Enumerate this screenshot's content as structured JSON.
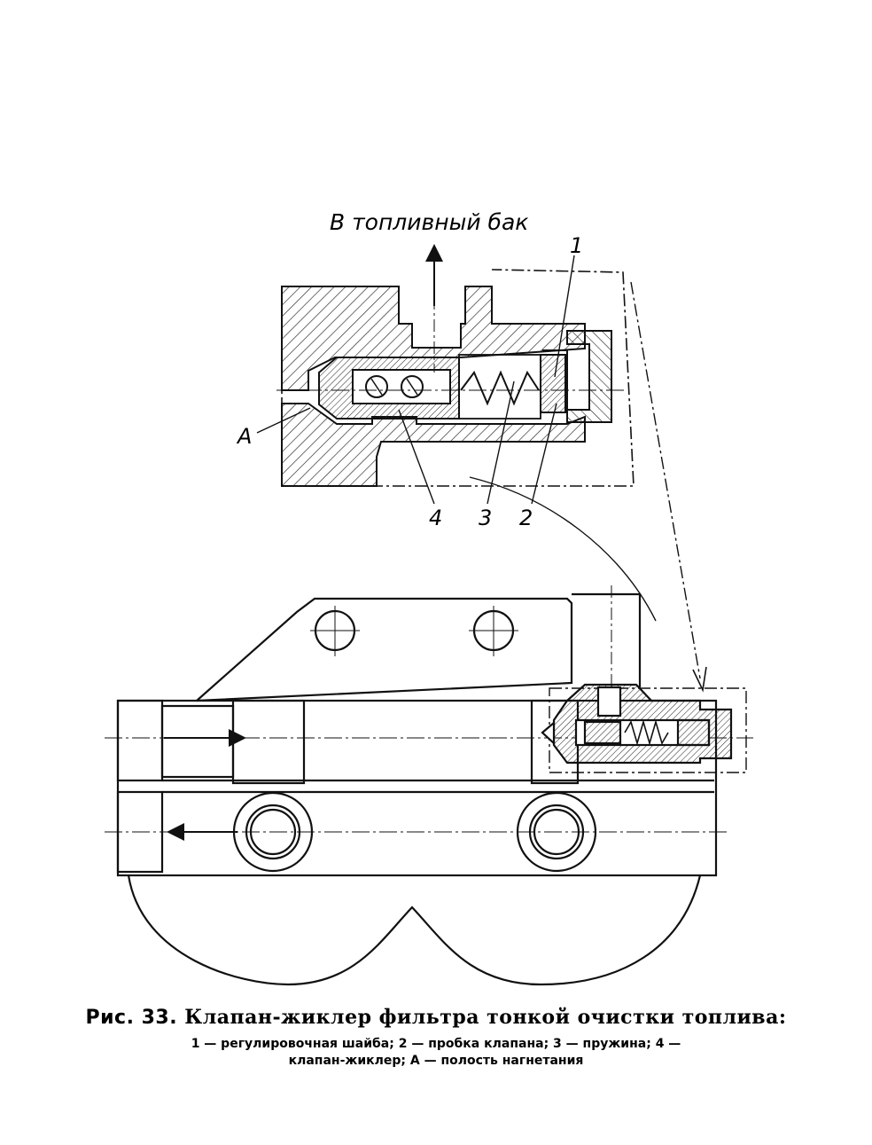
{
  "diagram": {
    "flow_label": "В топливный бак",
    "callouts": {
      "one": "1",
      "two": "2",
      "three": "3",
      "four": "4",
      "a": "А"
    }
  },
  "caption": {
    "fig_number": "Рис. 33.",
    "title": "Клапан-жиклер фильтра тонкой очистки топлива:",
    "legend_line1": "1 — регулировочная шайба; 2 — пробка клапана; 3 — пружина; 4 —",
    "legend_line2": "клапан-жиклер; А — полость нагнетания"
  }
}
